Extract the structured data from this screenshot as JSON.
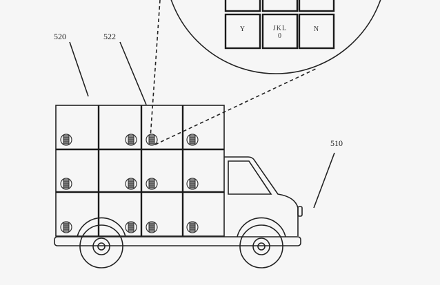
{
  "labels": {
    "cargo_box": "520",
    "locker": "522",
    "vehicle": "510"
  },
  "keypad": {
    "visible_keys": [
      {
        "line1": "Y",
        "line2": ""
      },
      {
        "line1": "JKL",
        "line2": "0"
      },
      {
        "line1": "N",
        "line2": ""
      }
    ]
  }
}
